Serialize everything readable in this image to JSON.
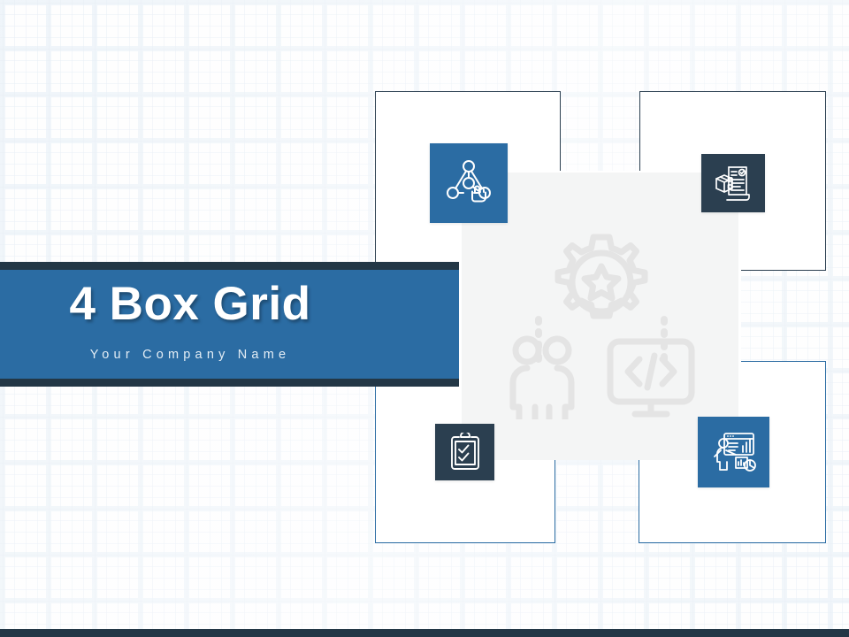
{
  "slide": {
    "title": "4 Box Grid",
    "subtitle": "Your Company Name"
  },
  "colors": {
    "accent_blue": "#2b6ca3",
    "dark_navy": "#2b3f50",
    "banner_edge": "#233746",
    "center_panel": "#f4f5f5",
    "background": "#fdfdfe",
    "grid_line": "#e2ecf5"
  },
  "boxes": [
    {
      "id": "top-left",
      "position": "top-left",
      "border_color": "#2b3f50",
      "fill": "#ffffff"
    },
    {
      "id": "top-right",
      "position": "top-right",
      "border_color": "#2b3f50",
      "fill": "#ffffff"
    },
    {
      "id": "bottom-left",
      "position": "bottom-left",
      "border_color": "#2b6ca3",
      "fill": "#ffffff"
    },
    {
      "id": "bottom-right",
      "position": "bottom-right",
      "border_color": "#2b6ca3",
      "fill": "#ffffff"
    }
  ],
  "icon_tiles": [
    {
      "id": "tile-1",
      "icon": "network-hand-click-icon",
      "tile_color": "#2b6ca3",
      "box": "top-left"
    },
    {
      "id": "tile-2",
      "icon": "package-checklist-icon",
      "tile_color": "#2b3f50",
      "box": "top-right"
    },
    {
      "id": "tile-3",
      "icon": "clipboard-check-icon",
      "tile_color": "#2b3f50",
      "box": "bottom-left"
    },
    {
      "id": "tile-4",
      "icon": "presenter-analytics-icon",
      "tile_color": "#2b6ca3",
      "box": "bottom-right"
    }
  ],
  "center_watermark": {
    "icons": [
      "gear-star-icon",
      "two-people-icon",
      "monitor-code-icon"
    ],
    "connectors": "dotted",
    "color": "#e3e3e3"
  }
}
